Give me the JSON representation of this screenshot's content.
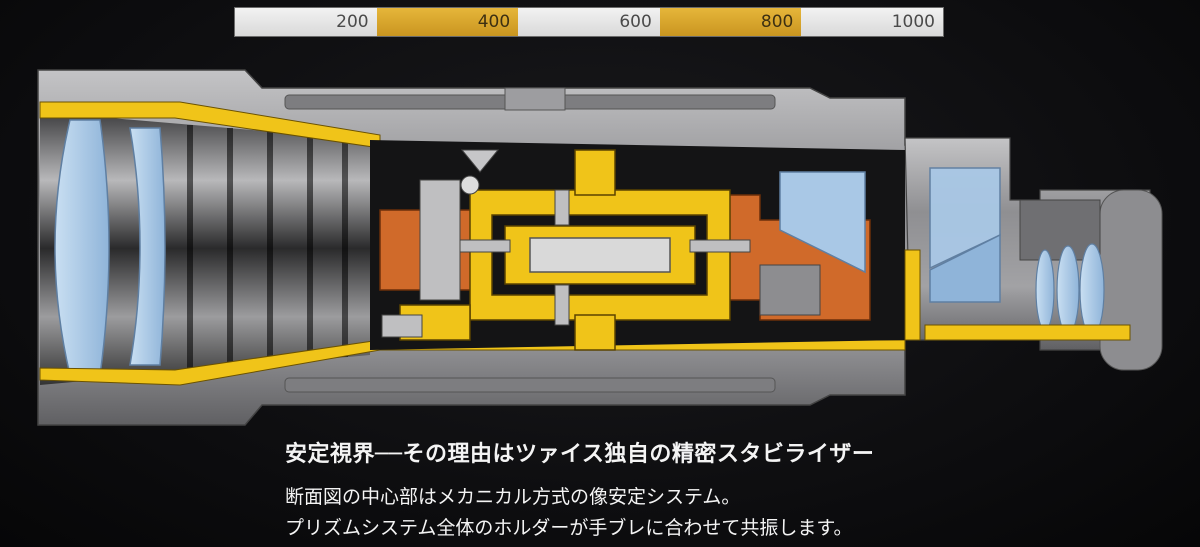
{
  "magnification_scale": {
    "segments": [
      {
        "label": "200",
        "color": "#e4e4e4"
      },
      {
        "label": "400",
        "color": "#d8a52e"
      },
      {
        "label": "600",
        "color": "#e4e4e4"
      },
      {
        "label": "800",
        "color": "#d8a52e"
      },
      {
        "label": "1000",
        "color": "#e4e4e4"
      }
    ]
  },
  "caption": {
    "headline": "安定視界──その理由はツァイス独自の精密スタビライザー",
    "line1": "断面図の中心部はメカニカル方式の像安定システム。",
    "line2": "プリズムシステム全体のホルダーが手ブレに合わせて共振します。"
  },
  "colors": {
    "housing_gray": "#9a9a9c",
    "stabilizer_gold": "#f0c419",
    "prism_orange": "#d06a2a",
    "lens_blue": "#a9c8e6",
    "inner_dark": "#151515"
  }
}
